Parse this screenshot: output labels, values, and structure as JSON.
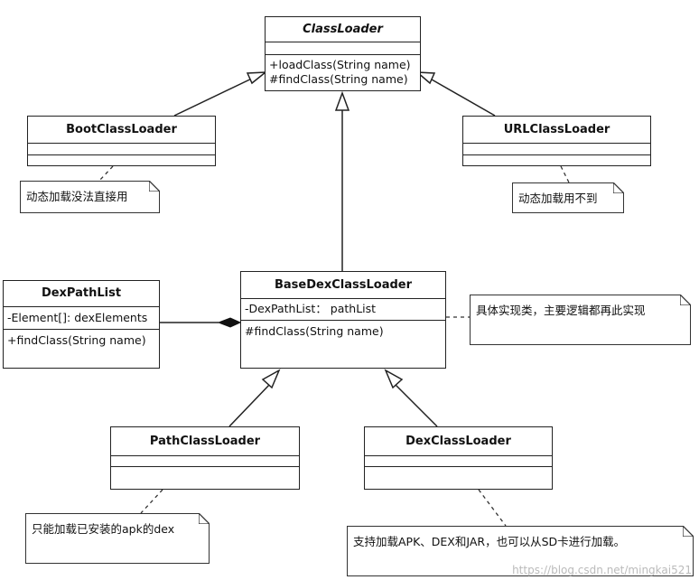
{
  "classes": {
    "classloader": {
      "name": "ClassLoader",
      "methods": [
        "+loadClass(String name)",
        "#findClass(String name)"
      ]
    },
    "bootclassloader": {
      "name": "BootClassLoader"
    },
    "urlclassloader": {
      "name": "URLClassLoader"
    },
    "basedexclassloader": {
      "name": "BaseDexClassLoader",
      "fields": [
        "-DexPathList： pathList"
      ],
      "methods": [
        "#findClass(String name)"
      ]
    },
    "dexpathlist": {
      "name": "DexPathList",
      "fields": [
        "-Element[]: dexElements"
      ],
      "methods": [
        "+findClass(String name)"
      ]
    },
    "pathclassloader": {
      "name": "PathClassLoader"
    },
    "dexclassloader": {
      "name": "DexClassLoader"
    }
  },
  "notes": {
    "boot": "动态加载没法直接用",
    "url": "动态加载用不到",
    "basedex": "具体实现类，主要逻辑都再此实现",
    "path": "只能加载已安装的apk的dex",
    "dex": "支持加载APK、DEX和JAR，也可以从SD卡进行加载。"
  },
  "watermark": "https://blog.csdn.net/mingkai521"
}
